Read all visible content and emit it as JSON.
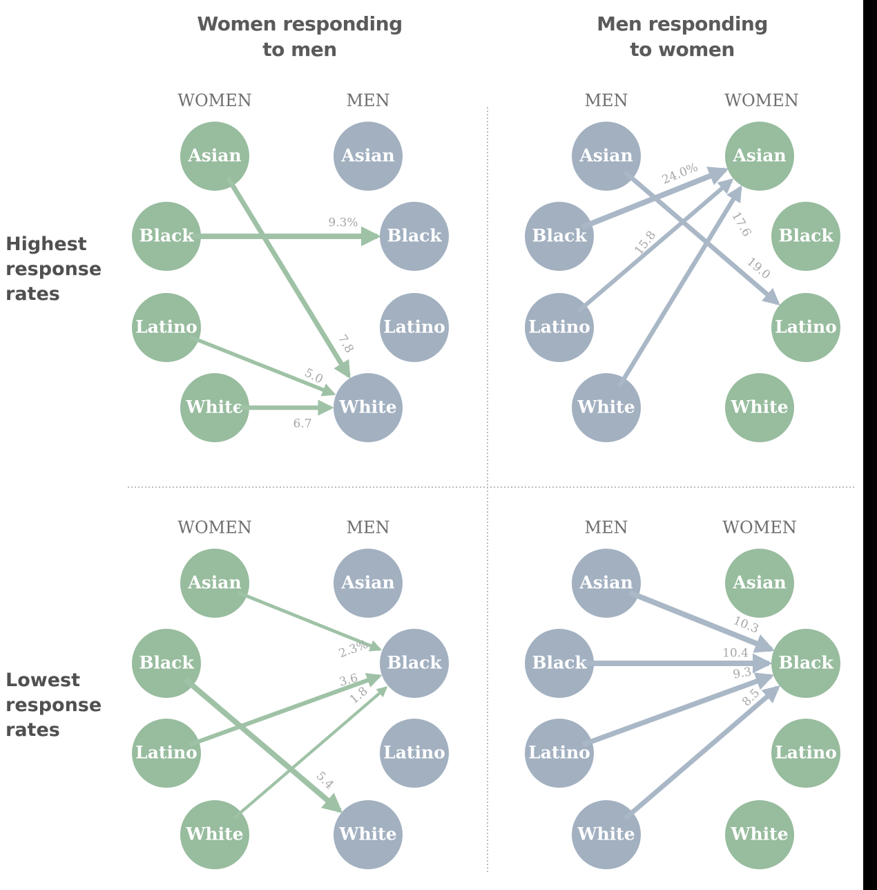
{
  "titles": {
    "women_to_men": "Women responding\nto men",
    "men_to_women": "Men responding\nto women"
  },
  "row_labels": {
    "highest": "Highest\nresponse\nrates",
    "lowest": "Lowest\nresponse\nrates"
  },
  "side_headers": {
    "women": "WOMEN",
    "men": "MEN"
  },
  "groups": [
    "Asian",
    "Black",
    "Latino",
    "White"
  ],
  "colors": {
    "women": "#97bc9e",
    "men": "#a2b0c0",
    "arrow_women": "#9fc2a6",
    "arrow_men": "#a9b7c6",
    "divider": "#bbbbbb"
  },
  "panels": [
    {
      "id": "top-left",
      "direction": "Women responding to men",
      "rate_level": "Highest response rates",
      "left_side": "women",
      "right_side": "men",
      "arrows": [
        {
          "from": "Asian",
          "to": "White",
          "label": "7.8",
          "rate": 7.8
        },
        {
          "from": "Black",
          "to": "Black",
          "label": "9.3%",
          "rate": 9.3
        },
        {
          "from": "Latino",
          "to": "White",
          "label": "5.0",
          "rate": 5.0
        },
        {
          "from": "White",
          "to": "White",
          "label": "6.7",
          "rate": 6.7
        }
      ]
    },
    {
      "id": "top-right",
      "direction": "Men responding to women",
      "rate_level": "Highest response rates",
      "left_side": "men",
      "right_side": "women",
      "arrows": [
        {
          "from": "Black",
          "to": "Asian",
          "label": "24.0%",
          "rate": 24.0
        },
        {
          "from": "Latino",
          "to": "Asian",
          "label": "15.8",
          "rate": 15.8
        },
        {
          "from": "White",
          "to": "Asian",
          "label": "17.6",
          "rate": 17.6
        },
        {
          "from": "Asian",
          "to": "Latino",
          "label": "19.0",
          "rate": 19.0
        }
      ]
    },
    {
      "id": "bottom-left",
      "direction": "Women responding to men",
      "rate_level": "Lowest response rates",
      "left_side": "women",
      "right_side": "men",
      "arrows": [
        {
          "from": "Asian",
          "to": "Black",
          "label": "2.3%",
          "rate": 2.3
        },
        {
          "from": "Latino",
          "to": "Black",
          "label": "3.6",
          "rate": 3.6
        },
        {
          "from": "White",
          "to": "Black",
          "label": "1.8",
          "rate": 1.8
        },
        {
          "from": "Black",
          "to": "White",
          "label": "5.4",
          "rate": 5.4
        }
      ]
    },
    {
      "id": "bottom-right",
      "direction": "Men responding to women",
      "rate_level": "Lowest response rates",
      "left_side": "men",
      "right_side": "women",
      "arrows": [
        {
          "from": "Asian",
          "to": "Black",
          "label": "10.3",
          "rate": 10.3
        },
        {
          "from": "Black",
          "to": "Black",
          "label": "10.4",
          "rate": 10.4
        },
        {
          "from": "Latino",
          "to": "Black",
          "label": "9.3",
          "rate": 9.3
        },
        {
          "from": "White",
          "to": "Black",
          "label": "8.5",
          "rate": 8.5
        }
      ]
    }
  ]
}
